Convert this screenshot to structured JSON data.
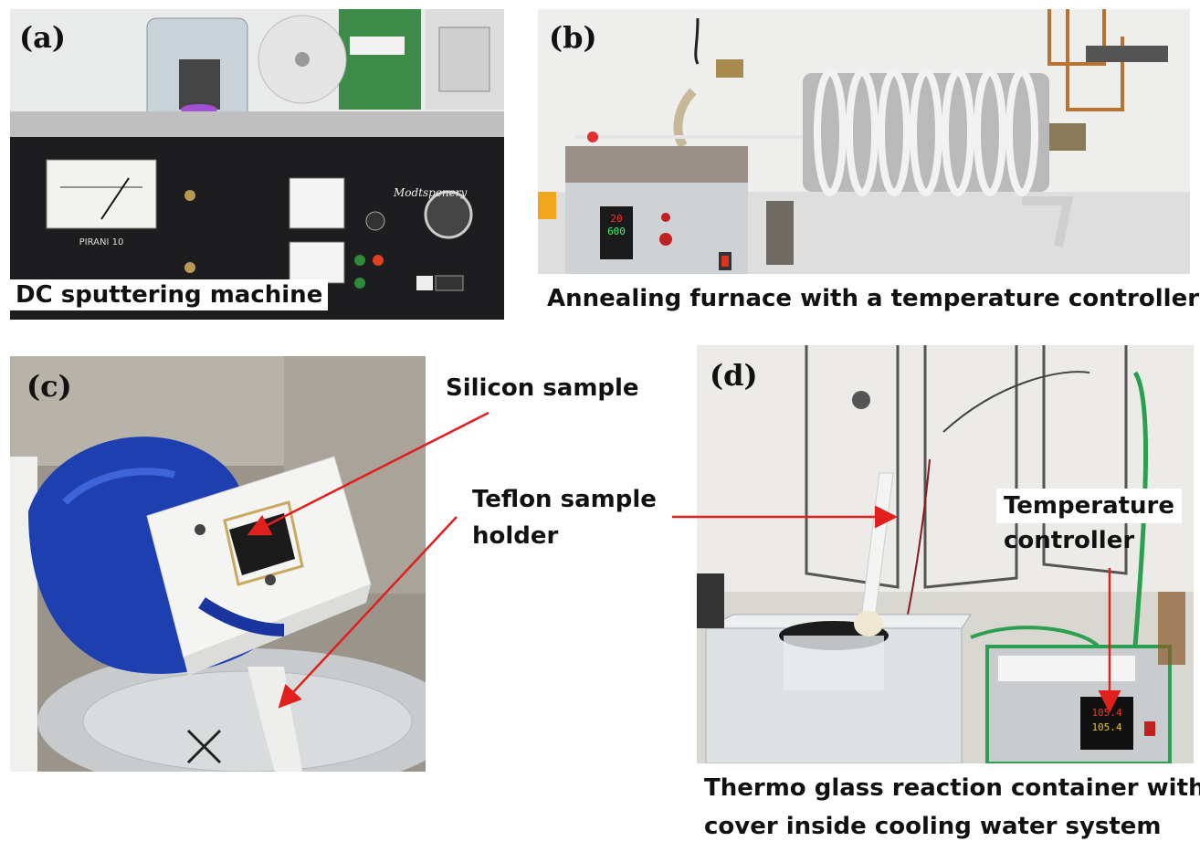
{
  "panels": {
    "a": {
      "label": "(a)",
      "caption": "DC sputtering machine",
      "meter_text": "PIRANI 10",
      "note_text": "Modtspenery"
    },
    "b": {
      "label": "(b)",
      "caption": "Annealing furnace with a temperature controller",
      "display_top": "20",
      "display_bottom": "600"
    },
    "c": {
      "label": "(c)",
      "callout_1": "Silicon sample",
      "callout_2_line1": "Teflon sample",
      "callout_2_line2": "holder"
    },
    "d": {
      "label": "(d)",
      "callout_1_line1": "Temperature",
      "callout_1_line2": "controller",
      "display_top": "105.4",
      "display_bottom": "105.4",
      "caption_line1": "Thermo glass reaction container with",
      "caption_line2": "cover inside cooling water system"
    }
  },
  "colors": {
    "arrow": "#e0201c",
    "glove": "#1e3fb0",
    "cable": "#2aa050"
  }
}
